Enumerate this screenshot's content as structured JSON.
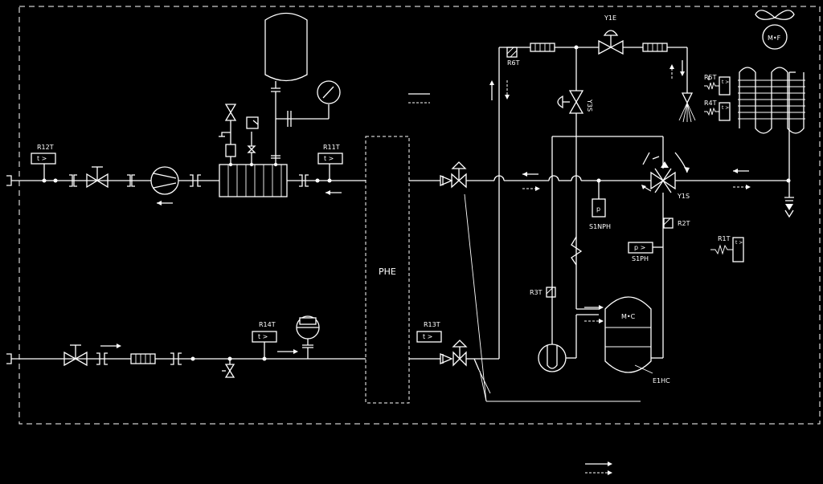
{
  "labels": {
    "R12T": "R12T",
    "R11T": "R11T",
    "R14T": "R14T",
    "R13T": "R13T",
    "R6T": "R6T",
    "R5T": "R5T",
    "R4T": "R4T",
    "R3T": "R3T",
    "R2T": "R2T",
    "R1T": "R1T",
    "Y1E": "Y1E",
    "Y3S": "Y3S",
    "Y1S": "Y1S",
    "S1NPH": "S1NPH",
    "S1PH": "S1PH",
    "E1HC": "E1HC",
    "PHE": "PHE",
    "MF": "M•F",
    "MC": "M•C",
    "sensor_t": "t >",
    "sensor_p": "p >",
    "sensor_p_short": "p"
  }
}
